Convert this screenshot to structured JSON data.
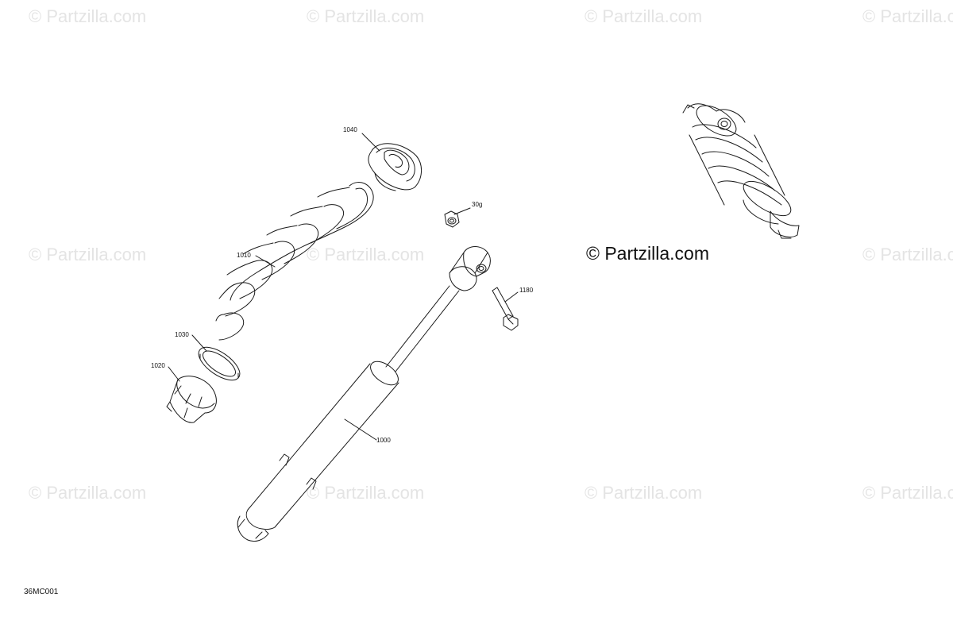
{
  "watermark": {
    "text": "© Partzilla.com"
  },
  "main_watermark": "© Partzilla.com",
  "diagram_code": "36MC001",
  "callouts": {
    "c1040": "1040",
    "c30g": "30g",
    "c1010": "1010",
    "c1180": "1180",
    "c1030": "1030",
    "c1020": "1020",
    "c1000": "1000"
  }
}
